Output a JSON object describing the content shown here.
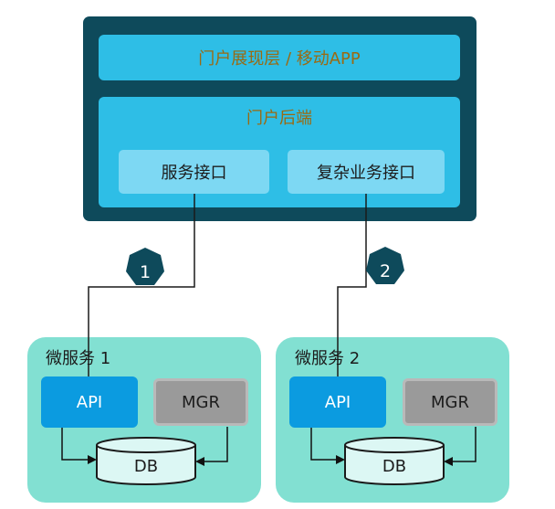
{
  "portal": {
    "presentation_label": "门户展现层 / 移动APP",
    "backend_label": "门户后端",
    "interfaces": {
      "service": "服务接口",
      "complex": "复杂业务接口"
    }
  },
  "badges": [
    "1",
    "2"
  ],
  "microservices": [
    {
      "title": "微服务 1",
      "api": "API",
      "mgr": "MGR",
      "db": "DB"
    },
    {
      "title": "微服务 2",
      "api": "API",
      "mgr": "MGR",
      "db": "DB"
    }
  ],
  "colors": {
    "frame": "#0e4a5b",
    "layer": "#2ebee6",
    "interface": "#7dd8f3",
    "microservice": "#82e0d2",
    "api": "#0b9be0",
    "mgr": "#9a9a9a",
    "badge": "#0e4a5b"
  }
}
